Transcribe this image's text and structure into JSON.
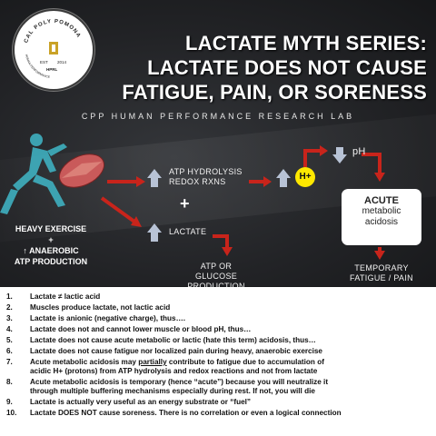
{
  "logo": {
    "top_text": "CAL POLY POMONA",
    "side_text": "HUMAN PERFORMANCE RESEARCH LAB",
    "est": "EST",
    "year": "2014",
    "initials": "HPRL"
  },
  "title": {
    "line1": "LACTATE MYTH SERIES:",
    "line2": "LACTATE DOES NOT CAUSE",
    "line3": "FATIGUE, PAIN, OR SORENESS"
  },
  "subtitle": "CPP HUMAN PERFORMANCE RESEARCH LAB",
  "diagram": {
    "heavy_exercise": "HEAVY EXERCISE",
    "plus": "+",
    "anaerobic_1": "↑ ANAEROBIC",
    "anaerobic_2": "ATP PRODUCTION",
    "atp_hydrolysis": "ATP HYDROLYSIS",
    "redox": "REDOX RXNS",
    "big_plus": "+",
    "lactate": "LACTATE",
    "atp_glucose_1": "ATP OR GLUCOSE",
    "atp_glucose_2": "PRODUCTION",
    "h_plus": "H+",
    "ph": "pH",
    "acute": "ACUTE",
    "metabolic": "metabolic",
    "acidosis": "acidosis",
    "temporary_1": "TEMPORARY",
    "temporary_2": "FATIGUE / PAIN",
    "colors": {
      "arrow_red": "#c8241b",
      "arrow_blue": "#b8c3d6",
      "h_yellow": "#ffe800",
      "muscle": "#c95a5a",
      "runner": "#3fb0c0"
    },
    "icons": [
      "runner-figure",
      "muscle-graphic",
      "arrow-right-red",
      "arrow-up-blue",
      "arrow-down-blue",
      "arrow-down-red"
    ]
  },
  "list": [
    {
      "num": "1.",
      "text": "Lactate ≠ lactic acid"
    },
    {
      "num": "2.",
      "text": "Muscles produce lactate, not lactic acid"
    },
    {
      "num": "3.",
      "text": "Lactate is anionic (negative charge), thus…."
    },
    {
      "num": "4.",
      "text": "Lactate does not and cannot lower muscle or blood pH, thus…"
    },
    {
      "num": "5.",
      "text": "Lactate does not cause acute metabolic or lactic (hate this term) acidosis, thus…"
    },
    {
      "num": "6.",
      "text": "Lactate does not cause fatigue nor localized pain during heavy, anaerobic exercise"
    },
    {
      "num": "7.",
      "pre": "Acute metabolic acidosis may ",
      "underlined": "partially",
      "post": " contribute to fatigue due to accumulation of",
      "cont": "acidic H+ (protons) from ATP hydrolysis and redox reactions and not from lactate"
    },
    {
      "num": "8.",
      "text": "Acute metabolic acidosis is temporary (hence “acute”) because you will neutralize it",
      "cont": "through multiple buffering mechanisms especially during rest. If not, you will die"
    },
    {
      "num": "9.",
      "text": "Lactate is actually very useful as an energy substrate  or “fuel”"
    },
    {
      "num": "10.",
      "text": "Lactate DOES NOT cause soreness. There is no correlation or even a logical connection"
    }
  ]
}
